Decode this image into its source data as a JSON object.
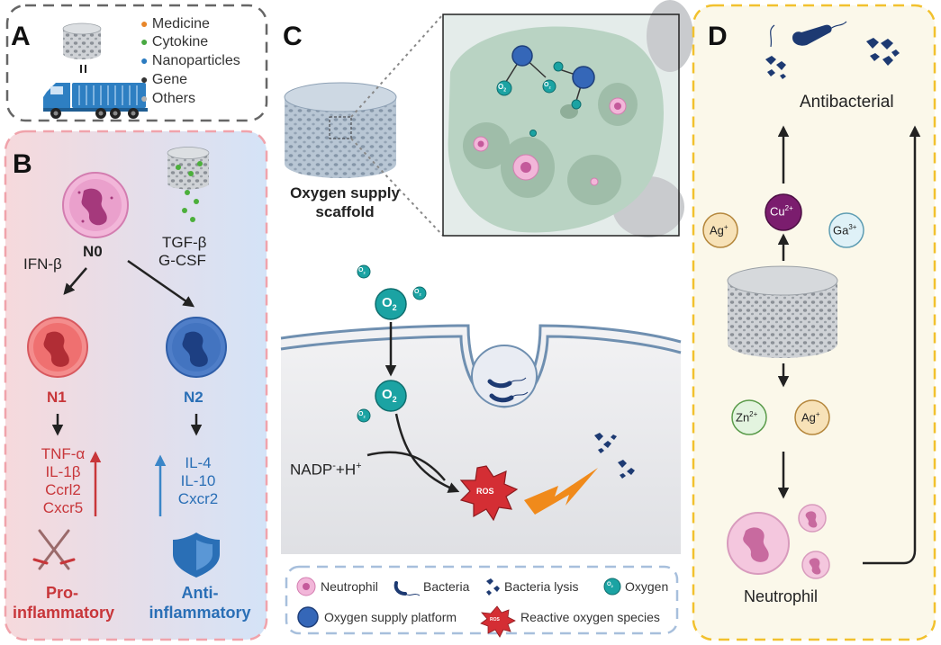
{
  "panels": {
    "a": "A",
    "b": "B",
    "c": "C",
    "d": "D"
  },
  "panel_a": {
    "equals": "=",
    "legend": [
      {
        "label": "Medicine",
        "color": "#e8862a"
      },
      {
        "label": "Cytokine",
        "color": "#49a942"
      },
      {
        "label": "Nanoparticles",
        "color": "#2b7bc0"
      },
      {
        "label": "Gene",
        "color": "#333333"
      },
      {
        "label": "Others",
        "color": "#b3b3b3"
      }
    ]
  },
  "panel_b": {
    "n0": "N0",
    "ifn": "IFN-β",
    "tgf": "TGF-β",
    "gcsf": "G-CSF",
    "n1": "N1",
    "n2": "N2",
    "n1_markers": [
      "TNF-α",
      "IL-1β",
      "Ccrl2",
      "Cxcr5"
    ],
    "n2_markers": [
      "IL-4",
      "IL-10",
      "Cxcr2"
    ],
    "pro_1": "Pro-",
    "pro_2": "inflammatory",
    "anti_1": "Anti-",
    "anti_2": "inflammatory",
    "colors": {
      "n1": "#c8363a",
      "n2": "#2a6fb6"
    }
  },
  "panel_c": {
    "scaffold_1": "Oxygen supply",
    "scaffold_2": "scaffold",
    "o2": "O",
    "o2_sub": "2",
    "nadp": "NADP",
    "nadp_sup": "-",
    "nadp_rest": "+H",
    "nadp_sup2": "+",
    "ros": "ROS",
    "legend": {
      "neutrophil": "Neutrophil",
      "bacteria": "Bacteria",
      "lysis": "Bacteria lysis",
      "oxygen": "Oxygen",
      "platform": "Oxygen supply platform",
      "ros_label": "Reactive oxygen species"
    }
  },
  "panel_d": {
    "antibacterial": "Antibacterial",
    "neutrophil": "Neutrophil",
    "ions": {
      "ag_left": {
        "base": "Ag",
        "sup": "+"
      },
      "cu": {
        "base": "Cu",
        "sup": "2+"
      },
      "ga": {
        "base": "Ga",
        "sup": "3+"
      },
      "zn": {
        "base": "Zn",
        "sup": "2+"
      },
      "ag_right": {
        "base": "Ag",
        "sup": "+"
      }
    }
  }
}
